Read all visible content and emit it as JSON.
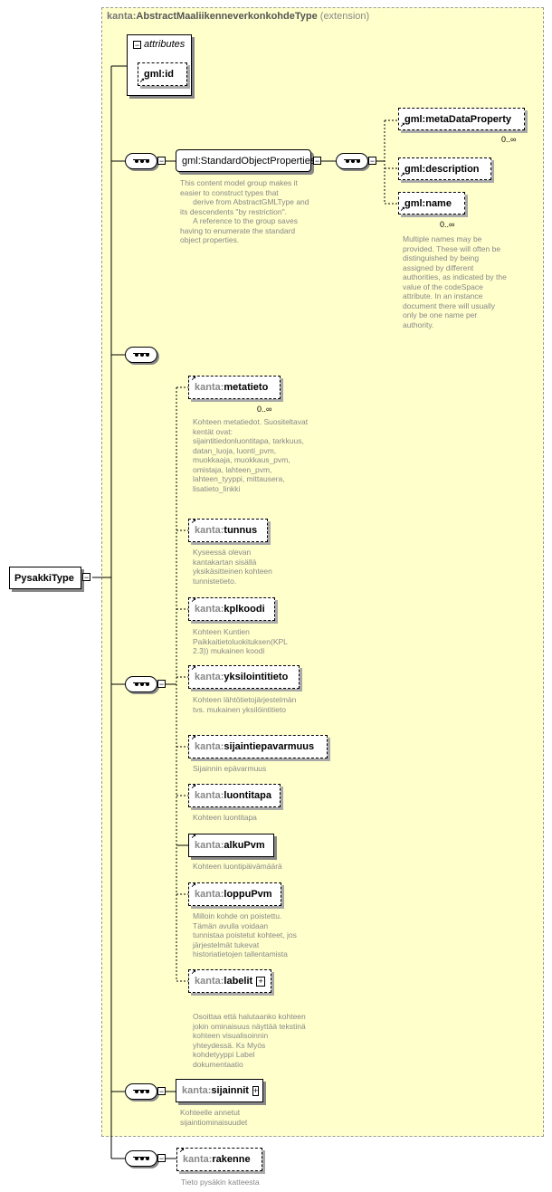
{
  "extension": {
    "prefix": "kanta:",
    "name": "AbstractMaaliikenneverkonkohdeType",
    "tag": "(extension)"
  },
  "root": {
    "name": "PysakkiType"
  },
  "attributes": {
    "title": "attributes",
    "items": [
      {
        "prefix": "",
        "name": "gml:id"
      }
    ]
  },
  "group": {
    "name": "gml:StandardObjectProperties",
    "doc": "This content model group makes it easier to construct types that\n      derive from AbstractGMLType and its descendents \"by restriction\".\n      A reference to the group saves having to enumerate the standard object properties.",
    "elements": [
      {
        "name": "gml:metaDataProperty",
        "occurs": "0..∞",
        "doc": ""
      },
      {
        "name": "gml:description",
        "occurs": "",
        "doc": ""
      },
      {
        "name": "gml:name",
        "occurs": "0..∞",
        "doc": "Multiple names may be provided.  These will often be distinguished by being assigned by different authorities, as indicated by the value of the codeSpace attribute.  In an instance document there will usually only be one name per authority."
      }
    ]
  },
  "kanta_elements": [
    {
      "prefix": "kanta:",
      "name": "metatieto",
      "occurs": "0..∞",
      "doc": "Kohteen metatiedot. Suositeltavat kentät ovat: sijaintitiedonluontitapa, tarkkuus, datan_luoja, luonti_pvm, muokkaaja, muokkaus_pvm, omistaja, lahteen_pvm, lahteen_tyyppi, mittausera, lisatieto_linkki"
    },
    {
      "prefix": "kanta:",
      "name": "tunnus",
      "occurs": "",
      "doc": "Kyseessä olevan kantakartan sisällä yksikäsitteinen kohteen tunnistetieto."
    },
    {
      "prefix": "kanta:",
      "name": "kplkoodi",
      "occurs": "",
      "doc": "Kohteen Kuntien Paikkaitietoluokituksen(KPL 2.3)) mukainen koodi"
    },
    {
      "prefix": "kanta:",
      "name": "yksilointitieto",
      "occurs": "",
      "doc": "Kohteen lähtötietojärjestelmän  tvs. mukainen yksilöintitieto"
    },
    {
      "prefix": "kanta:",
      "name": "sijaintiepavarmuus",
      "occurs": "",
      "doc": "Sijainnin epävarmuus"
    },
    {
      "prefix": "kanta:",
      "name": "luontitapa",
      "occurs": "",
      "doc": "Kohteen luontitapa"
    },
    {
      "prefix": "kanta:",
      "name": "alkuPvm",
      "occurs": "",
      "doc": "Kohteen luontipäivämäärä"
    },
    {
      "prefix": "kanta:",
      "name": "loppuPvm",
      "occurs": "",
      "doc": "Milloin kohde on poistettu. Tämän avulla voidaan tunnistaa poistetut kohteet, jos järjestelmät tukevat historiatietojen tallentamista"
    },
    {
      "prefix": "kanta:",
      "name": "labelit",
      "occurs": "",
      "doc": "Osoittaa että halutaanko kohteen jokin ominaisuus näyttää tekstinä kohteen visualisoinnin yhteydessä.  Ks Myös kohdetyyppi Label dokumentaatio"
    }
  ],
  "sijainnit": {
    "prefix": "kanta:",
    "name": "sijainnit",
    "doc": "Kohteelle annetut sijaintiominaisuudet"
  },
  "rakenne": {
    "prefix": "kanta:",
    "name": "rakenne",
    "doc": "Tieto pysäkin katteesta"
  },
  "colors": {
    "extension_bg": "#ffffcc",
    "extension_border": "#999999",
    "box_border": "#000000",
    "doc_text": "#888888"
  }
}
